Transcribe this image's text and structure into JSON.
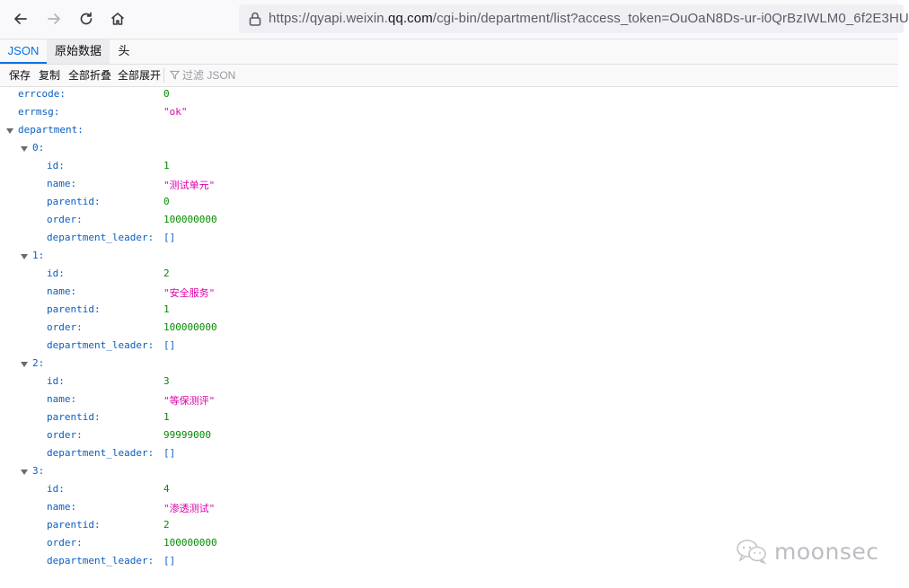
{
  "browser": {
    "url_prefix": "https://qyapi.weixin.",
    "url_domain": "qq.com",
    "url_suffix": "/cgi-bin/department/list?access_token=OuOaN8Ds-ur-i0QrBzIWLM0_6f2E3HU"
  },
  "tabs": [
    "JSON",
    "原始数据",
    "头"
  ],
  "toolbar": {
    "save": "保存",
    "copy": "复制",
    "collapse_all": "全部折叠",
    "expand_all": "全部展开",
    "filter_placeholder": "过滤 JSON"
  },
  "json": {
    "errcode": {
      "key": "errcode:",
      "value": "0"
    },
    "errmsg": {
      "key": "errmsg:",
      "value": "\"ok\""
    },
    "department_key": "department:",
    "items": [
      {
        "index": "0:",
        "id": "1",
        "name": "\"测试单元\"",
        "parentid": "0",
        "order": "100000000",
        "department_leader": "[]"
      },
      {
        "index": "1:",
        "id": "2",
        "name": "\"安全服务\"",
        "parentid": "1",
        "order": "100000000",
        "department_leader": "[]"
      },
      {
        "index": "2:",
        "id": "3",
        "name": "\"等保测评\"",
        "parentid": "1",
        "order": "99999000",
        "department_leader": "[]"
      },
      {
        "index": "3:",
        "id": "4",
        "name": "\"渗透测试\"",
        "parentid": "2",
        "order": "100000000",
        "department_leader": "[]"
      }
    ],
    "field_keys": {
      "id": "id:",
      "name": "name:",
      "parentid": "parentid:",
      "order": "order:",
      "department_leader": "department_leader:"
    }
  },
  "watermark": "moonsec"
}
